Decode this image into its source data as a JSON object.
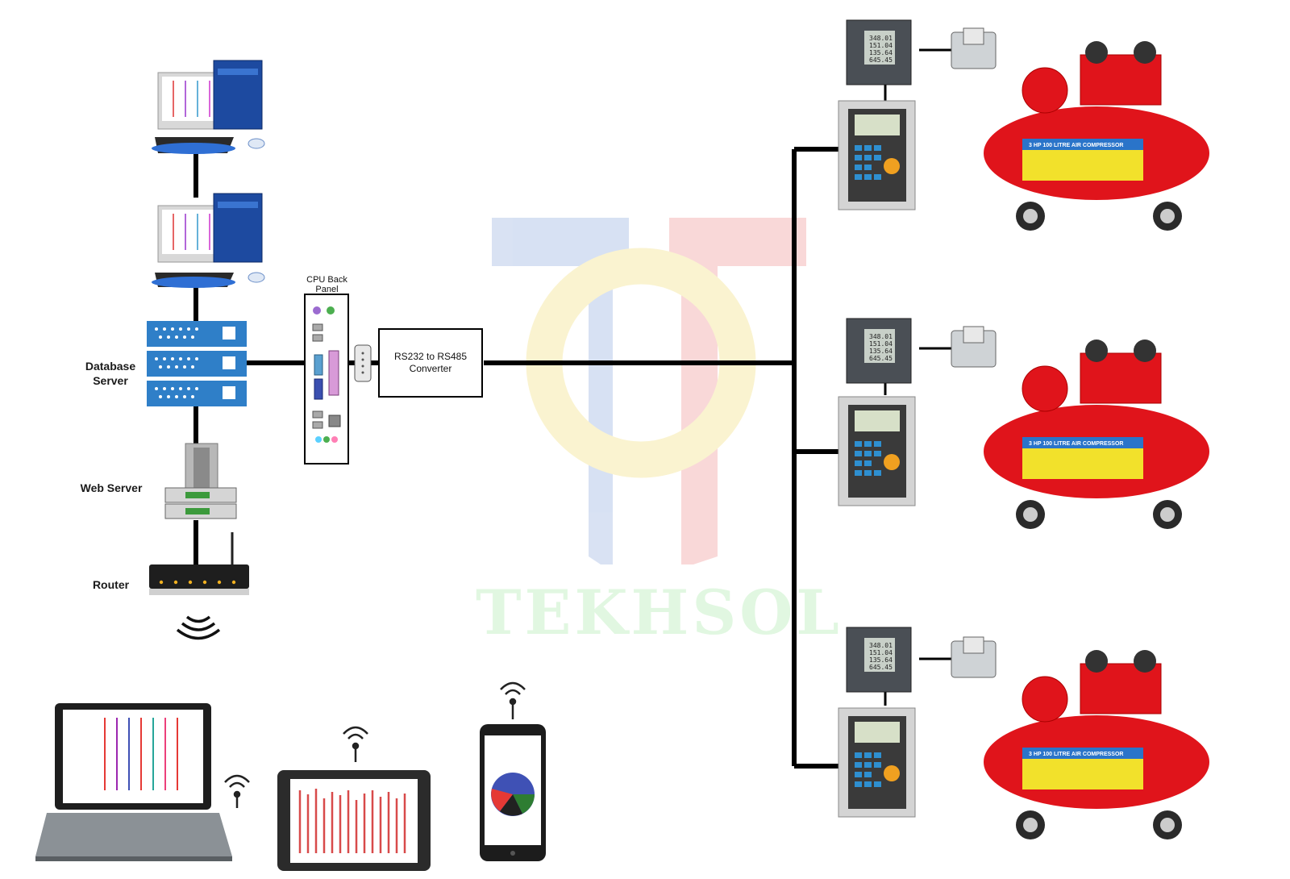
{
  "labels": {
    "database_server": "Database\nServer",
    "web_server": "Web Server",
    "router": "Router",
    "cpu_back_panel": "CPU Back\nPanel",
    "converter": "RS232 to RS485\nConverter"
  },
  "watermark": "TEKHSOL",
  "compressor_label": "3 HP 100 LITRE AIR COMPRESSOR",
  "meter_readings": [
    "348.01",
    "151.04",
    "135.64",
    "645.45"
  ],
  "colors": {
    "server_blue": "#2f7fc8",
    "compressor_red": "#e0141b",
    "label_blue": "#2a74c9",
    "label_yellow": "#f2e12b",
    "line": "#000000"
  }
}
